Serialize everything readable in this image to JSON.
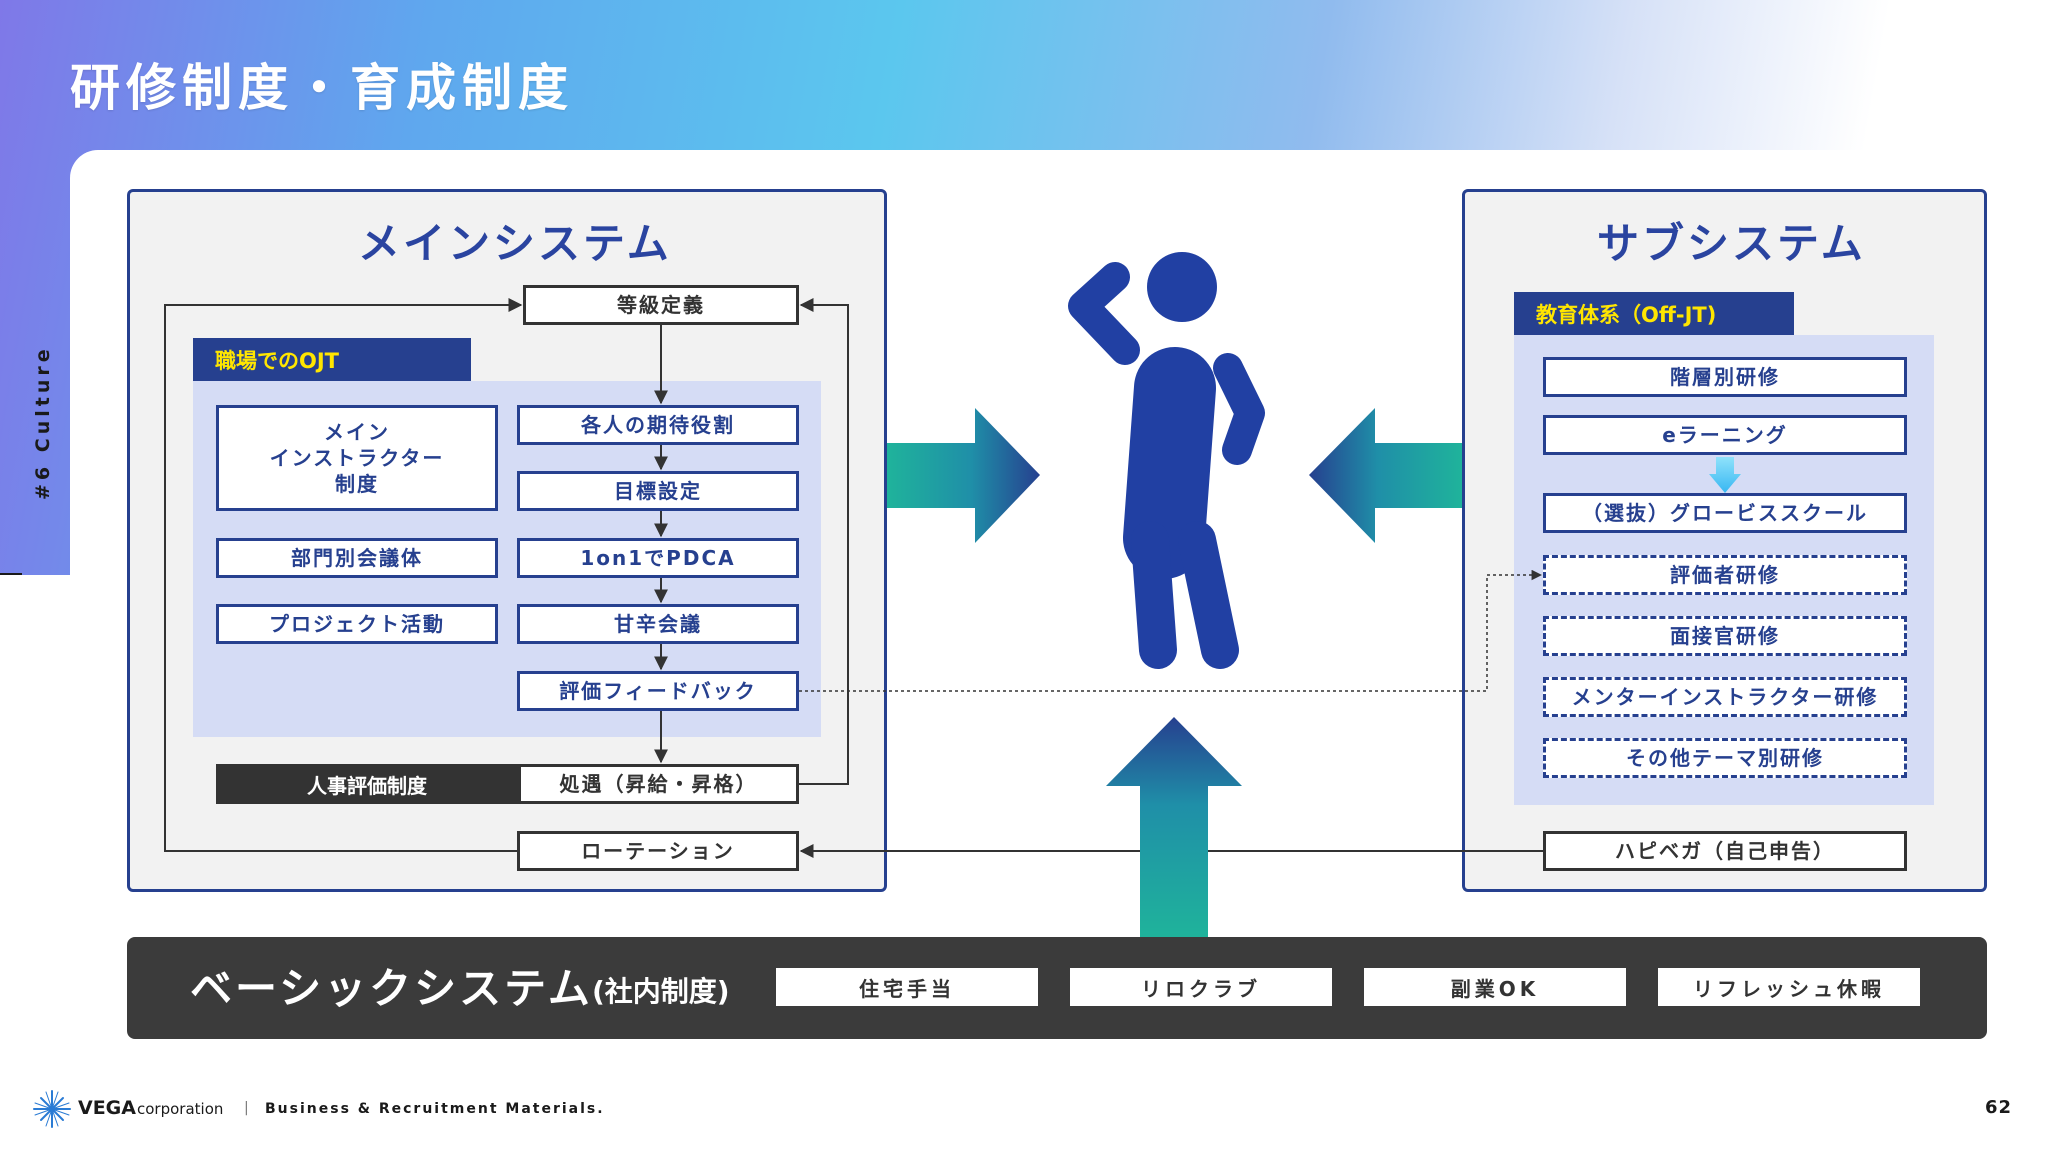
{
  "title": "研修制度・育成制度",
  "side_label": "#6 Culture",
  "main_system": {
    "title": "メインシステム",
    "grade_definition": "等級定義",
    "ojt_tab": "職場でのOJT",
    "left_items": [
      "メイン\nインストラクター\n制度",
      "部門別会議体",
      "プロジェクト活動"
    ],
    "flow_items": [
      "各人の期待役割",
      "目標設定",
      "1on1でPDCA",
      "甘辛会議",
      "評価フィードバック"
    ],
    "hr_eval_label": "人事評価制度",
    "treatment": "処遇（昇給・昇格）",
    "rotation": "ローテーション"
  },
  "sub_system": {
    "title": "サブシステム",
    "edu_tab": "教育体系（Off-JT)",
    "solid_items": [
      "階層別研修",
      "eラーニング",
      "（選抜）グロービススクール"
    ],
    "dashed_items": [
      "評価者研修",
      "面接官研修",
      "メンターインストラクター研修",
      "その他テーマ別研修"
    ],
    "self_report": "ハピベガ（自己申告）"
  },
  "basic_system": {
    "title": "ベーシックシステム",
    "subtitle": "(社内制度)",
    "items": [
      "住宅手当",
      "リロクラブ",
      "副業OK",
      "リフレッシュ休暇"
    ]
  },
  "footer": {
    "brand": "VEGA",
    "brand_sub": "corporation",
    "separator": "|",
    "text": "Business & Recruitment Materials.",
    "page": "62"
  },
  "colors": {
    "navy": "#26408f",
    "title_blue": "#2a44a0",
    "lavender": "#d5dcf5",
    "ojt_tab_text": "#ffe600",
    "dark_bar": "#3b3b3b",
    "teal": "#1fb39b",
    "figure": "#2140a3"
  },
  "icons": [
    "person-thinking-icon",
    "vega-star-logo-icon"
  ]
}
